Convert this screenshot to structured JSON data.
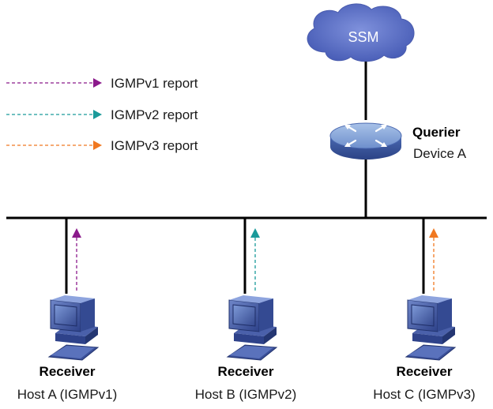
{
  "cloud": {
    "label": "SSM",
    "color": "#5b6fc4"
  },
  "legend": [
    {
      "label": "IGMPv1 report",
      "color": "#8b1a8b"
    },
    {
      "label": "IGMPv2 report",
      "color": "#1a9a9a"
    },
    {
      "label": "IGMPv3 report",
      "color": "#f07820"
    }
  ],
  "router": {
    "role": "Querier",
    "name": "Device A",
    "icon": "router-icon"
  },
  "hosts": [
    {
      "role": "Receiver",
      "name": "Host A (IGMPv1)",
      "report_color": "#8b1a8b",
      "icon": "computer-icon"
    },
    {
      "role": "Receiver",
      "name": "Host B (IGMPv2)",
      "report_color": "#1a9a9a",
      "icon": "computer-icon"
    },
    {
      "role": "Receiver",
      "name": "Host C (IGMPv3)",
      "report_color": "#f07820",
      "icon": "computer-icon"
    }
  ]
}
